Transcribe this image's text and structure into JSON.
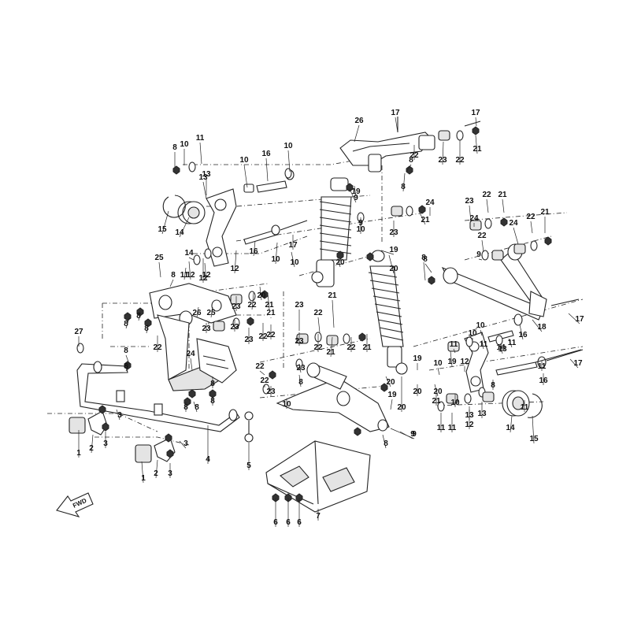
{
  "diagram": {
    "type": "exploded parts diagram",
    "callouts": [
      "1",
      "2",
      "3",
      "4",
      "5",
      "6",
      "7",
      "8",
      "9",
      "10",
      "11",
      "12",
      "13",
      "14",
      "15",
      "16",
      "17",
      "18",
      "19",
      "20",
      "21",
      "22",
      "23",
      "24",
      "25",
      "26",
      "27"
    ],
    "direction_label": "FWD"
  }
}
